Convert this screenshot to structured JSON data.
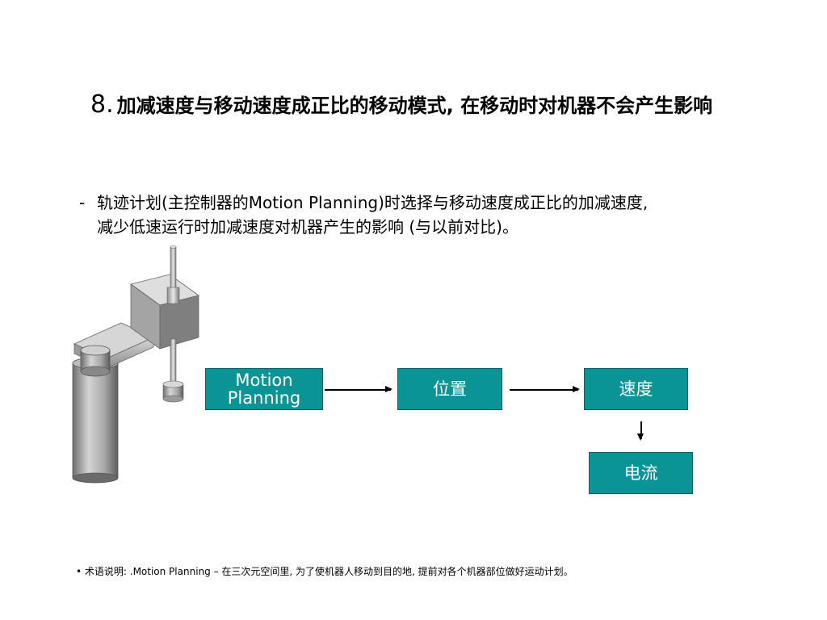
{
  "title": {
    "number": "8.",
    "text": "加减速度与移动速度成正比的移动模式,  在移动时对机器不会产生影响"
  },
  "bullet": {
    "dash": "-",
    "line1": "轨迹计划(主控制器的Motion Planning)时选择与移动速度成正比的加减速度,",
    "line2": "减少低速运行时加减速度对机器产生的影响 (与以前对比)。"
  },
  "flow": {
    "motion_planning": "Motion Planning",
    "position": "位置",
    "speed": "速度",
    "current": "电流"
  },
  "colors": {
    "box_fill": "#0b9496",
    "box_border": "#0a5e60"
  },
  "footnote": "• 术语说明: .Motion Planning – 在三次元空间里,  为了使机器人移动到目的地,  提前对各个机器部位做好运动计划。"
}
